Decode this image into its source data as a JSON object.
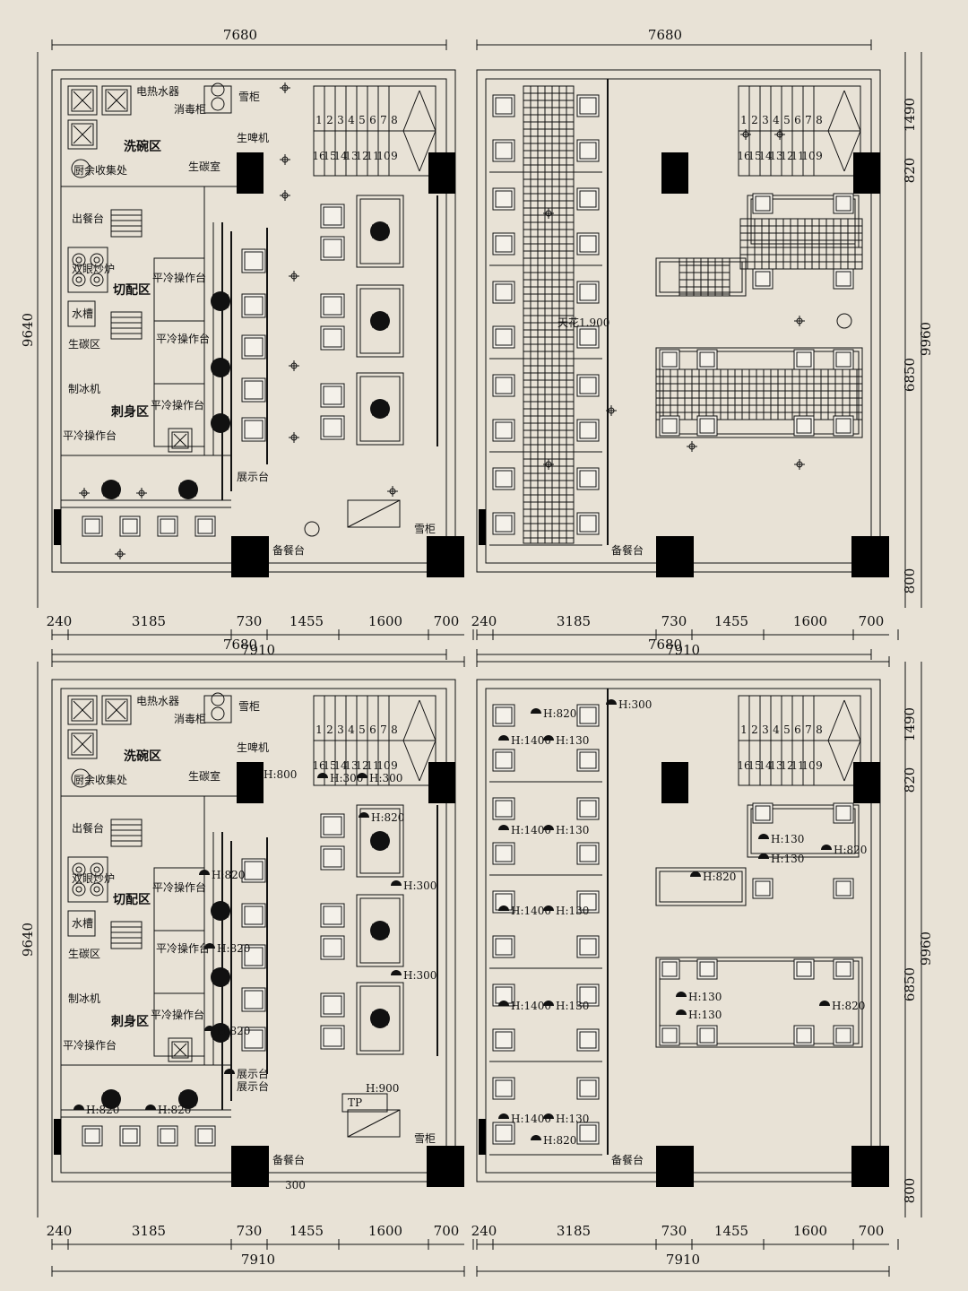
{
  "dimensions": {
    "top_width": "7680",
    "bottom_total": "7910",
    "left_height": "9640",
    "right_height": "9960",
    "bottom_segments": [
      "240",
      "3185",
      "730",
      "1455",
      "1600",
      "700"
    ],
    "right_segments": [
      "1490",
      "820",
      "6850",
      "800"
    ]
  },
  "stairs": {
    "upper": [
      "1",
      "2",
      "3",
      "4",
      "5",
      "6",
      "7",
      "8"
    ],
    "lower": [
      "16",
      "15",
      "14",
      "13",
      "12",
      "11",
      "10",
      "9"
    ]
  },
  "rooms": {
    "water_heater": "电热水器",
    "disinfection_cabinet": "消毒柜",
    "freezer": "雪柜",
    "beer_machine": "生啤机",
    "dishwash_area": "洗碗区",
    "food_waste": "厨余收集处",
    "raw_carbon_room": "生碳室",
    "serving_counter": "出餐台",
    "stove": "双眼炒炉",
    "cut_prep_area": "切配区",
    "sink": "水槽",
    "raw_carbon_area": "生碳区",
    "ice_machine": "制冰机",
    "sashimi_area": "刺身区",
    "cold_table": "平冷操作台",
    "display_counter": "展示台",
    "prep_counter": "备餐台",
    "ceiling_label": "天花1.900"
  },
  "heights": {
    "h820": "H:820",
    "h800": "H:800",
    "h300": "H:300",
    "h130": "H:130",
    "h1400": "H:1400",
    "h900": "H:900",
    "tp": "TP",
    "b300": "300"
  }
}
